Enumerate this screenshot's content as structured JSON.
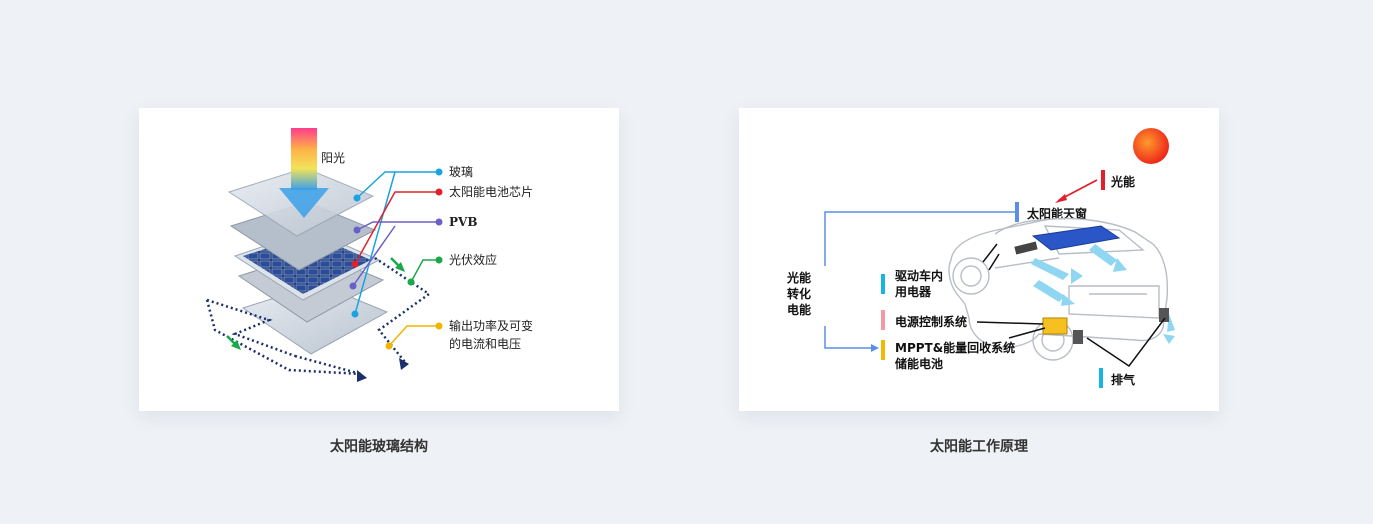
{
  "structure_card": {
    "caption": "太阳能玻璃结构",
    "sunlight_label": "阳光",
    "legend": [
      {
        "label": "玻璃",
        "color": "#1aa3e0"
      },
      {
        "label": "太阳能电池芯片",
        "color": "#e0202a"
      },
      {
        "label": "PVB",
        "color": "#6a5fc8"
      },
      {
        "label": "光伏效应",
        "color": "#1aa84a"
      },
      {
        "label": "输出功率及可变",
        "color": "#f3b400"
      },
      {
        "label": "的电流和电压",
        "color": "#f3b400"
      }
    ]
  },
  "principle_card": {
    "caption": "太阳能工作原理",
    "labels": {
      "light_energy": "光能",
      "sunroof": "太阳能天窗",
      "convert_line1": "光能",
      "convert_line2": "转化",
      "convert_line3": "电能",
      "drive_line1": "驱动车内",
      "drive_line2": "用电器",
      "power_control": "电源控制系统",
      "storage_line1": "MPPT&能量回收系统",
      "storage_line2": "储能电池",
      "exhaust": "排气"
    },
    "colors": {
      "light_energy": "#e0202a",
      "sunroof": "#5b8ee8",
      "drive": "#19b4e6",
      "power_control": "#f29aa0",
      "storage": "#f5b800",
      "exhaust": "#19b4e6"
    }
  }
}
